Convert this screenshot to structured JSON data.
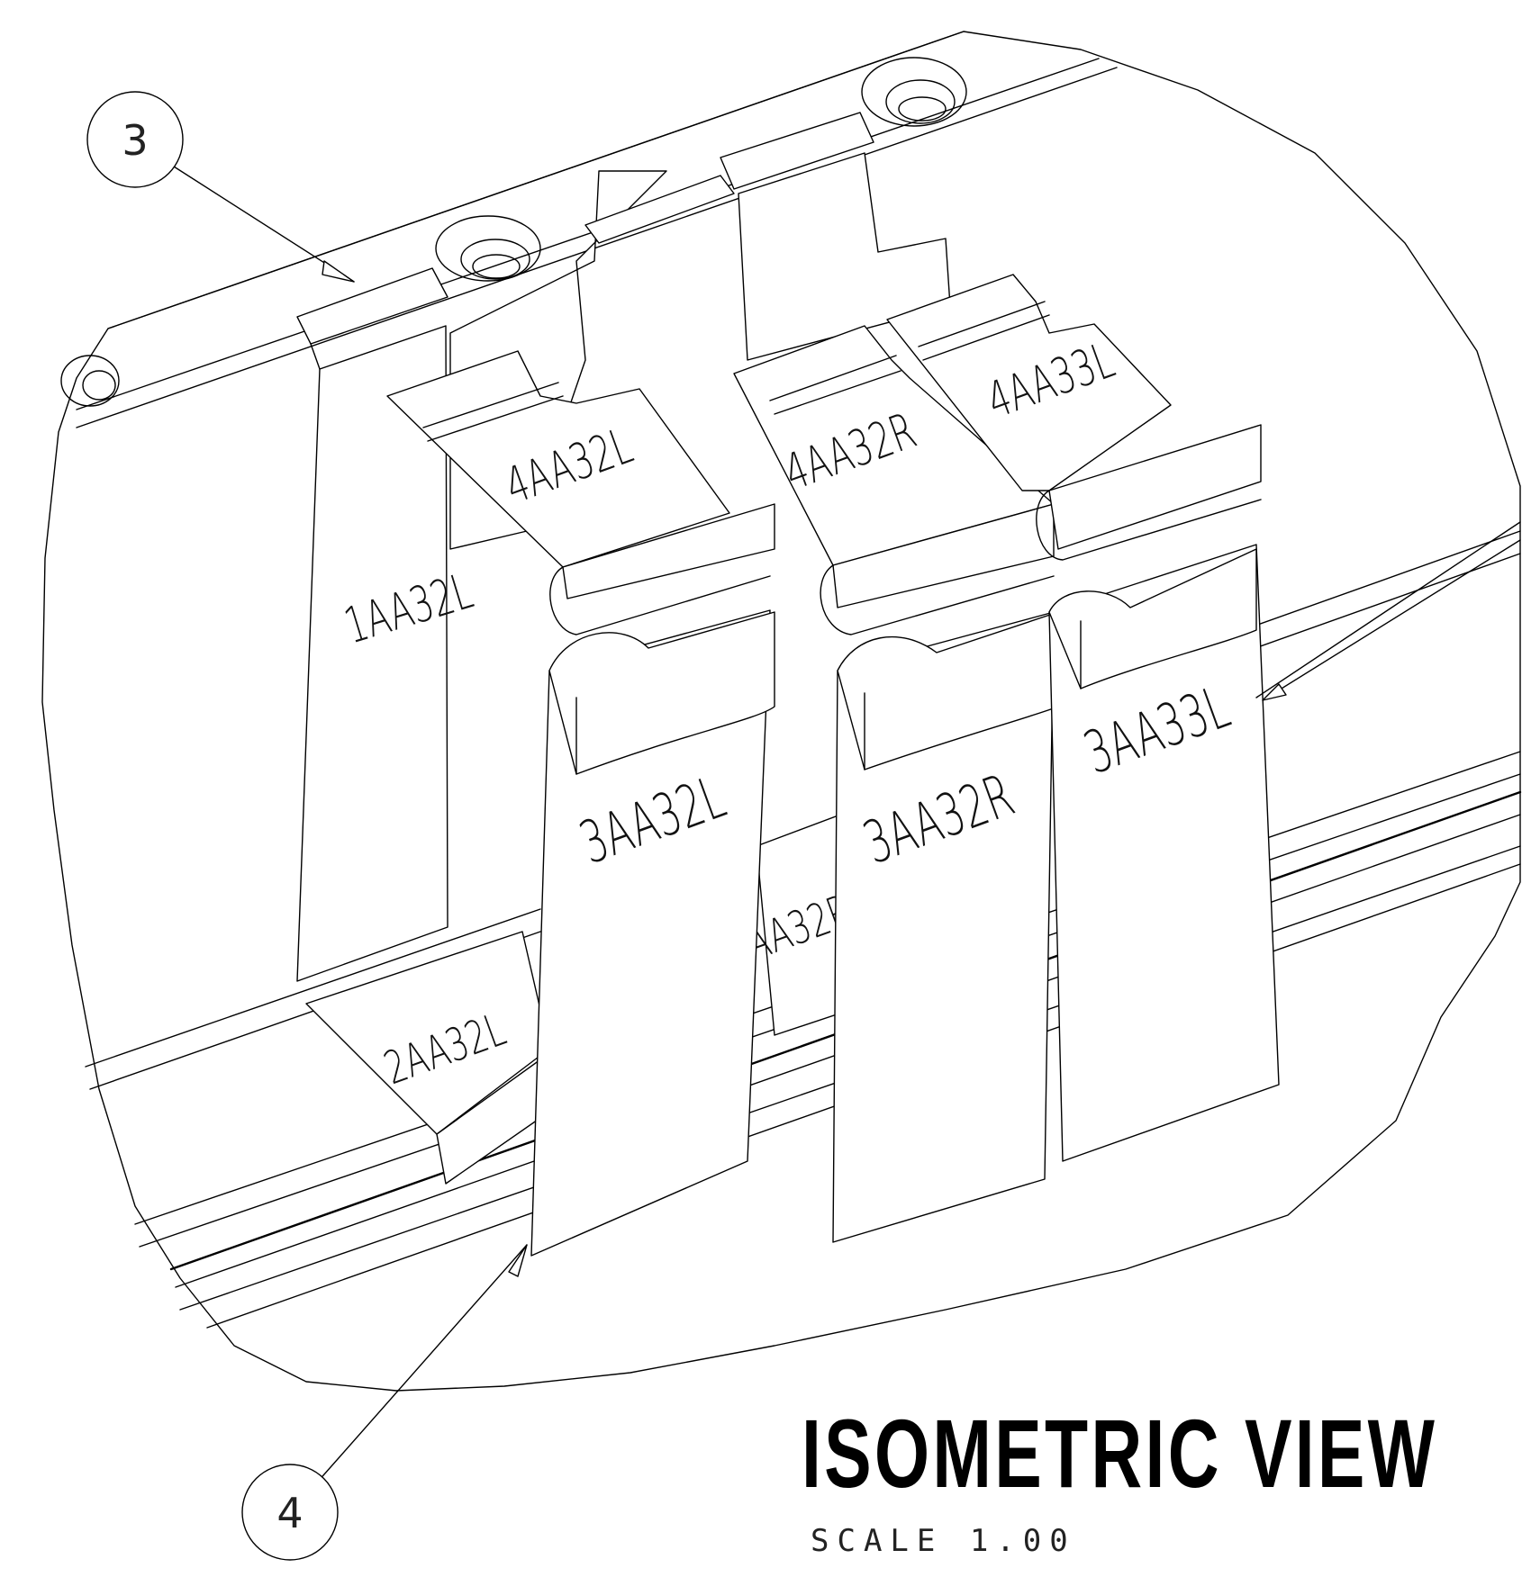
{
  "view": {
    "title": "ISOMETRIC VIEW",
    "scale": "SCALE  1.00"
  },
  "balloons": [
    {
      "id": "balloon-3",
      "label": "3"
    },
    {
      "id": "balloon-4",
      "label": "4"
    }
  ],
  "part_labels": {
    "p_1aa32l": "1AA32L",
    "p_2aa32l": "2AA32L",
    "p_2aa32r": "2AA32R",
    "p_3aa32l": "3AA32L",
    "p_3aa32r": "3AA32R",
    "p_3aa33l": "3AA33L",
    "p_4aa32l": "4AA32L",
    "p_4aa32r": "4AA32R",
    "p_4aa33l": "4AA33L"
  }
}
